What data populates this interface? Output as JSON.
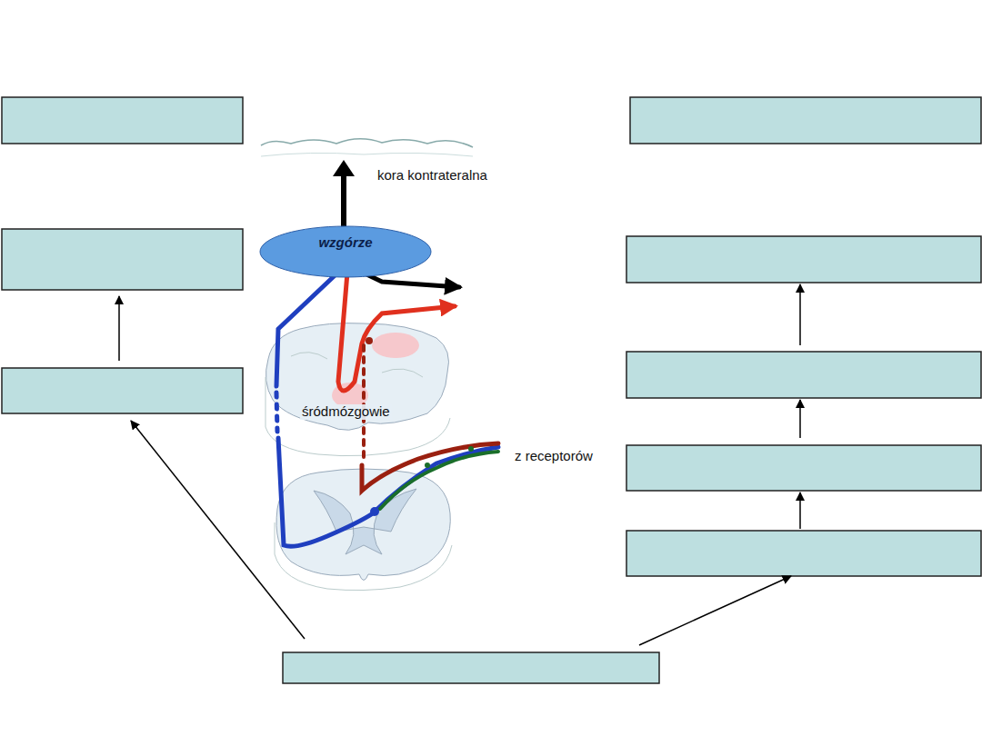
{
  "diagram": {
    "nodes": [
      {
        "text": [
          "wzgórze"
        ]
      }
    ],
    "labels": [
      "kora kontrateralna",
      "śródmózgowie",
      "z receptorów"
    ]
  }
}
